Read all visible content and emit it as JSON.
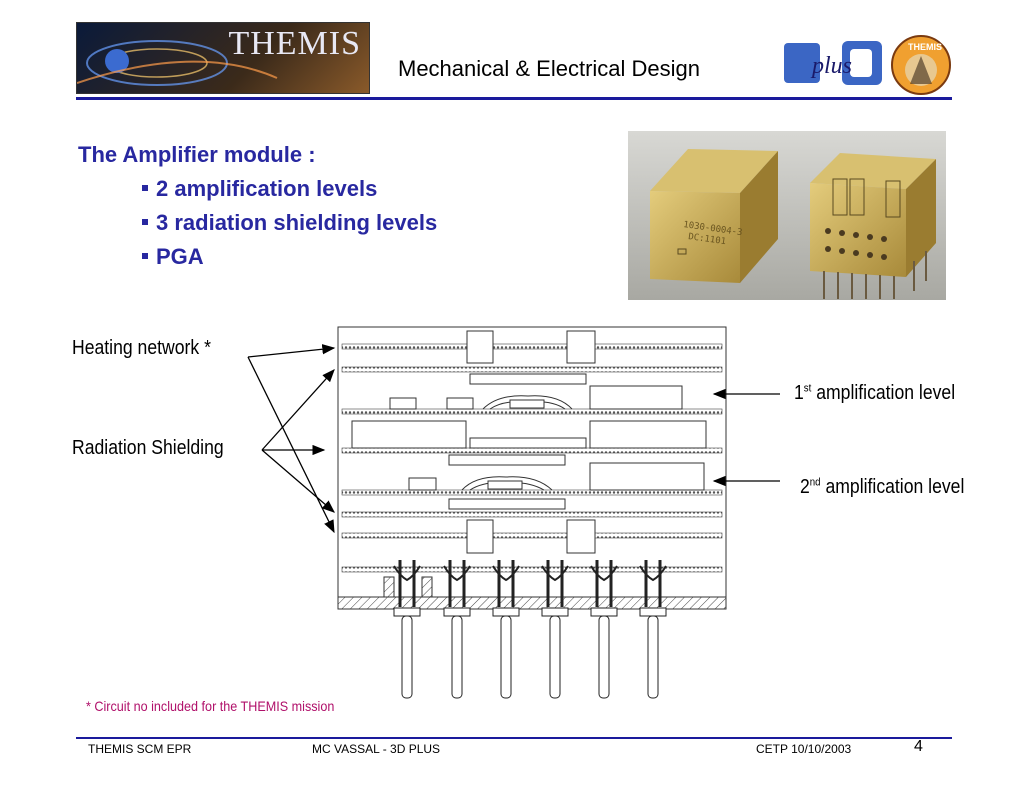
{
  "header": {
    "title": "Mechanical & Electrical Design",
    "logo_word": "THEMIS",
    "seal_word": "THEMIS"
  },
  "content": {
    "module_title": "The Amplifier module :",
    "bullets": [
      "2 amplification levels",
      "3 radiation shielding levels",
      "PGA"
    ]
  },
  "diagram": {
    "label_heating": "Heating network *",
    "label_radiation": "Radiation Shielding",
    "label_level1_num": "1",
    "label_level1_sup": "st",
    "label_level1_text": " amplification level",
    "label_level2_num": "2",
    "label_level2_sup": "nd",
    "label_level2_text": " amplification level"
  },
  "photo": {
    "chip_text_line1": "1030-0004-3",
    "chip_text_line2": "DC:1101"
  },
  "footnote": "* Circuit no included for the THEMIS mission",
  "footer": {
    "left": "THEMIS SCM EPR",
    "center": "MC VASSAL  - 3D PLUS",
    "right": "CETP 10/10/2003",
    "page": "4"
  },
  "colors": {
    "accent_blue": "#1a1a9c",
    "bullet_blue": "#2828a0",
    "footnote_magenta": "#b0106a",
    "gold": "#c8ae5a"
  }
}
